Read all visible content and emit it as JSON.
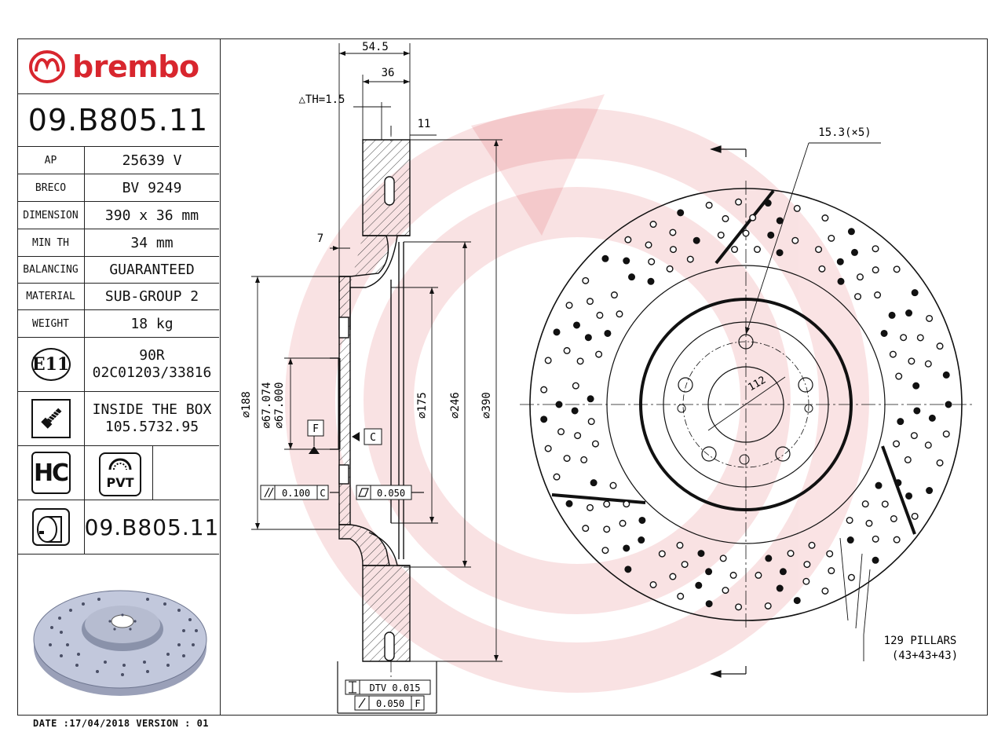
{
  "brand": {
    "name": "brembo",
    "color": "#d8262e"
  },
  "part_number": "09.B805.11",
  "specs": [
    {
      "key": "AP",
      "value": "25639 V"
    },
    {
      "key": "BRECO",
      "value": "BV 9249"
    },
    {
      "key": "DIMENSION",
      "value": "390 x 36 mm"
    },
    {
      "key": "MIN TH",
      "value": "34 mm"
    },
    {
      "key": "BALANCING",
      "value": "GUARANTEED"
    },
    {
      "key": "MATERIAL",
      "value": "SUB-GROUP 2"
    },
    {
      "key": "WEIGHT",
      "value": "18 kg"
    }
  ],
  "approval": {
    "badge": "E11",
    "line1": "90R",
    "line2": "02C01203/33816"
  },
  "hardware": {
    "icon": "screw-icon",
    "line1": "INSIDE THE BOX",
    "line2": "105.5732.95"
  },
  "coating": {
    "hc": "HC",
    "pvt": "PVT"
  },
  "repeat_part": "09.B805.11",
  "footer": "DATE :17/04/2018 VERSION : 01",
  "drawing": {
    "dims": {
      "d545": "54.5",
      "d36": "36",
      "dth": "△TH=1.5",
      "d11": "11",
      "d7": "7",
      "d188": "⌀188",
      "d67074": "⌀67.074",
      "d67000": "⌀67.000",
      "d175": "⌀175",
      "d246": "⌀246",
      "d390": "⌀390",
      "d112": "112",
      "hole": "15.3(×5)",
      "pillars1": "129 PILLARS",
      "pillars2": "(43+43+43)"
    },
    "datums": {
      "f": "F",
      "c": "C"
    },
    "tolerances": {
      "parallel": "0.100",
      "parallel_ref": "C",
      "flat": "0.050",
      "dtv": "DTV 0.015",
      "runout": "0.050",
      "runout_ref": "F"
    }
  }
}
